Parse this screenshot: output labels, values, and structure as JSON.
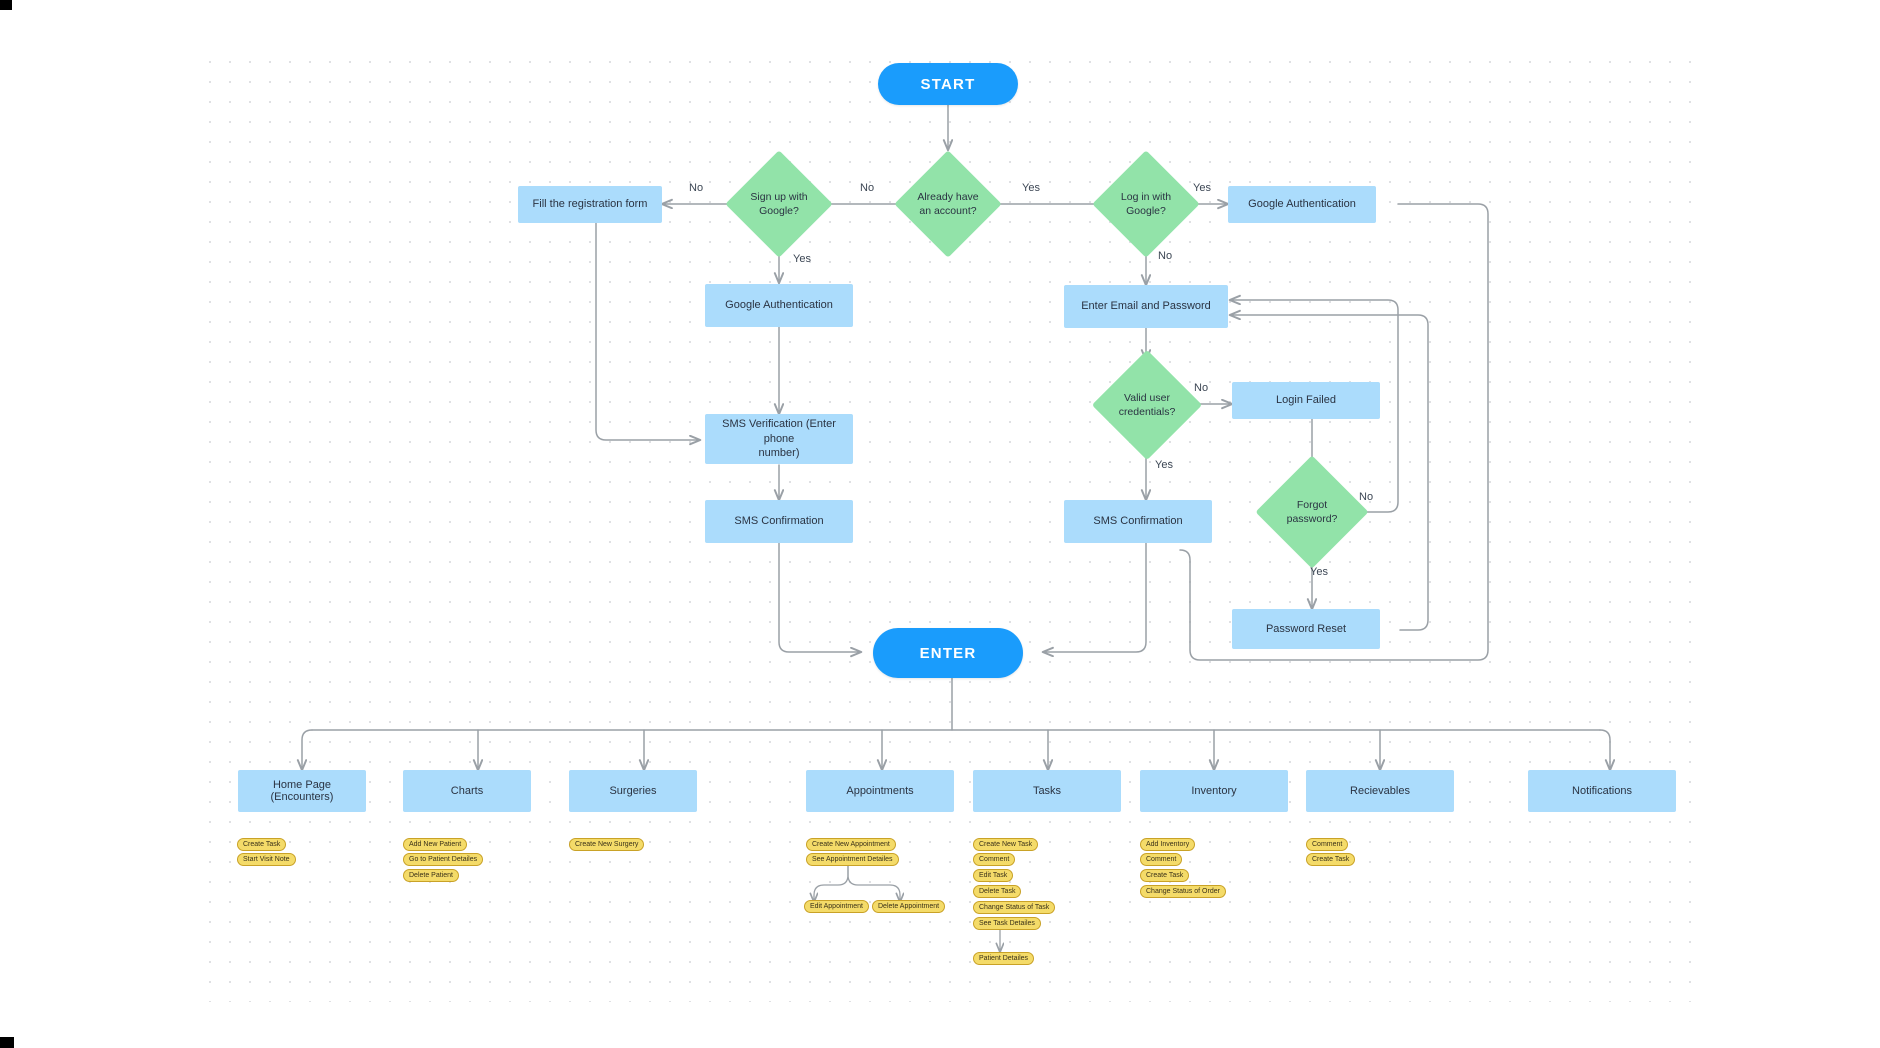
{
  "diagram": {
    "title": "Authentication and Application Module Flowchart",
    "colors": {
      "terminator": "#1a9cfc",
      "process": "#ABDCFC",
      "decision": "#92E3A9",
      "action_pill": "#F4DB69",
      "action_pill_border": "#C9A227",
      "edge": "#9aa0a6",
      "text": "#2a3342"
    },
    "nodes": {
      "start": "START",
      "enter": "ENTER",
      "already_have_account": "Already have\nan account?",
      "sign_up_with_google": "Sign up with\nGoogle?",
      "log_in_with_google": "Log in with\nGoogle?",
      "valid_user_credentials": "Valid user\ncredentials?",
      "forgot_password": "Forgot\npassword?",
      "fill_registration_form": "Fill the registration form",
      "google_auth_left": "Google Authentication",
      "google_auth_right": "Google Authentication",
      "sms_verification": "SMS Verification (Enter phone number)",
      "sms_confirmation_left": "SMS Confirmation",
      "sms_confirmation_right": "SMS Confirmation",
      "enter_email_password": "Enter Email and Password",
      "login_failed": "Login Failed",
      "password_reset": "Password Reset"
    },
    "decision_lines": {
      "already_have_account": [
        "Already have",
        "an account?"
      ],
      "sign_up_with_google": [
        "Sign up with",
        "Google?"
      ],
      "log_in_with_google": [
        "Log in with",
        "Google?"
      ],
      "valid_user_credentials": [
        "Valid user",
        "credentials?"
      ],
      "forgot_password": [
        "Forgot",
        "password?"
      ]
    },
    "sms_verification_lines": [
      "SMS Verification (Enter phone",
      "number)"
    ],
    "edge_labels": {
      "acct_no": "No",
      "acct_yes": "Yes",
      "signup_no": "No",
      "signup_yes": "Yes",
      "login_google_yes": "Yes",
      "login_google_no": "No",
      "creds_no": "No",
      "creds_yes": "Yes",
      "forgot_no": "No",
      "forgot_yes": "Yes"
    },
    "modules": [
      {
        "label": "Home Page (Encounters)",
        "actions": [
          "Create Task",
          "Start Visit Note"
        ]
      },
      {
        "label": "Charts",
        "actions": [
          "Add New Patient",
          "Go to Patient Detailes",
          "Delete Patient"
        ]
      },
      {
        "label": "Surgeries",
        "actions": [
          "Create New Surgery"
        ]
      },
      {
        "label": "Appointments",
        "actions": [
          "Create New Appointment",
          "See Appointment Detailes"
        ],
        "sub_actions": [
          "Edit Appointment",
          "Delete Appointment"
        ]
      },
      {
        "label": "Tasks",
        "actions": [
          "Create New Task",
          "Comment",
          "Edit Task",
          "Delete Task",
          "Change Status of Task",
          "See Task Detailes"
        ],
        "sub_actions": [
          "Patient Detailes"
        ]
      },
      {
        "label": "Inventory",
        "actions": [
          "Add Inventory",
          "Comment",
          "Create Task",
          "Change Status of Order"
        ]
      },
      {
        "label": "Recievables",
        "actions": [
          "Comment",
          "Create Task"
        ]
      },
      {
        "label": "Notifications",
        "actions": []
      }
    ]
  }
}
